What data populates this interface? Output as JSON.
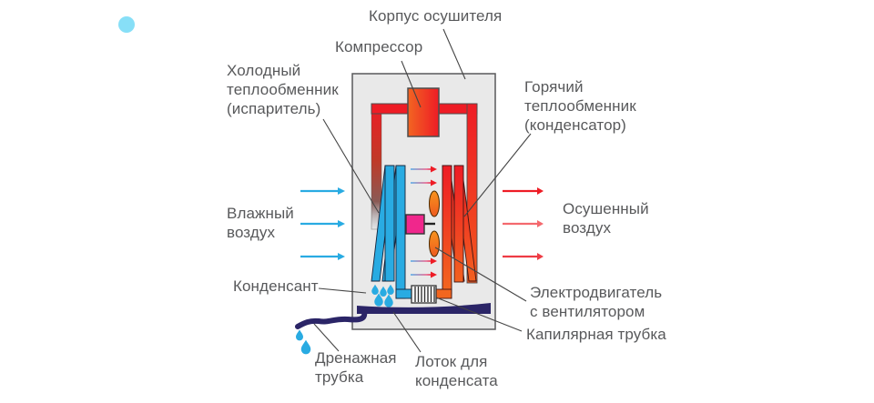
{
  "diagram": {
    "labels": {
      "body": "Корпус осушителя",
      "compressor": "Компрессор",
      "cold_exchanger": "Холодный\nтеплообменник\n(испаритель)",
      "hot_exchanger": "Горячий\nтеплообменник\n(конденсатор)",
      "humid_air": "Влажный\nвоздух",
      "dry_air": "Осушенный\nвоздух",
      "condensate": "Конденсант",
      "motor_fan": "Электродвигатель\nс вентилятором",
      "capillary": "Капилярная трубка",
      "drain_tube": "Дренажная\nтрубка",
      "tray": "Лоток для\nконденсата"
    },
    "colors": {
      "accent-cyan": "#29abe2",
      "hot-red": "#ee1c25",
      "hot-orange": "#f26522",
      "motor-pink": "#f0278c",
      "fan-orange": "#f28024",
      "tray-navy": "#2b2567",
      "body-gray": "#e9e9e9",
      "label-gray": "#58595b",
      "dot-cyan": "#87dff7"
    }
  }
}
